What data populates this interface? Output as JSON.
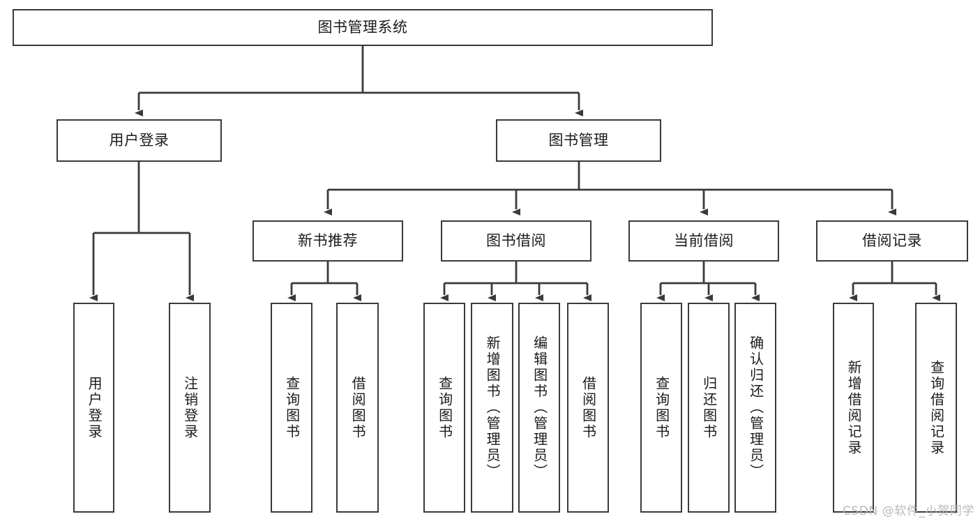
{
  "diagram": {
    "type": "tree",
    "title": "图书管理系统",
    "orientation": "top-down",
    "colors": {
      "box_border": "#3a3a3a",
      "box_fill": "#ffffff",
      "edge": "#3a3a3a",
      "text": "#1b1b1b",
      "watermark": "#b9b9b9"
    },
    "nodes": {
      "root": {
        "label": "图书管理系统",
        "level": 1,
        "orientation": "horizontal"
      },
      "l2": [
        {
          "id": "user-login",
          "label": "用户登录",
          "level": 2,
          "orientation": "horizontal"
        },
        {
          "id": "book-manage",
          "label": "图书管理",
          "level": 2,
          "orientation": "horizontal"
        }
      ],
      "l3": [
        {
          "id": "new-book-recommend",
          "label": "新书推荐",
          "level": 3,
          "orientation": "horizontal"
        },
        {
          "id": "book-borrow",
          "label": "图书借阅",
          "level": 3,
          "orientation": "horizontal"
        },
        {
          "id": "current-borrow",
          "label": "当前借阅",
          "level": 3,
          "orientation": "horizontal"
        },
        {
          "id": "borrow-record",
          "label": "借阅记录",
          "level": 3,
          "orientation": "horizontal"
        }
      ],
      "leaves": [
        {
          "id": "leaf-user-login",
          "label": "用户登录",
          "parent": "user-login",
          "orientation": "vertical"
        },
        {
          "id": "leaf-user-logout",
          "label": "注销登录",
          "parent": "user-login",
          "orientation": "vertical"
        },
        {
          "id": "leaf-query-book-1",
          "label": "查询图书",
          "parent": "new-book-recommend",
          "orientation": "vertical"
        },
        {
          "id": "leaf-borrow-book-1",
          "label": "借阅图书",
          "parent": "new-book-recommend",
          "orientation": "vertical"
        },
        {
          "id": "leaf-query-book-2",
          "label": "查询图书",
          "parent": "book-borrow",
          "orientation": "vertical"
        },
        {
          "id": "leaf-add-book",
          "label": "新增图书（管理员）",
          "parent": "book-borrow",
          "orientation": "vertical"
        },
        {
          "id": "leaf-edit-book",
          "label": "编辑图书（管理员）",
          "parent": "book-borrow",
          "orientation": "vertical"
        },
        {
          "id": "leaf-borrow-book-2",
          "label": "借阅图书",
          "parent": "book-borrow",
          "orientation": "vertical"
        },
        {
          "id": "leaf-query-book-3",
          "label": "查询图书",
          "parent": "current-borrow",
          "orientation": "vertical"
        },
        {
          "id": "leaf-return-book",
          "label": "归还图书",
          "parent": "current-borrow",
          "orientation": "vertical"
        },
        {
          "id": "leaf-confirm-return",
          "label": "确认归还（管理员）",
          "parent": "current-borrow",
          "orientation": "vertical"
        },
        {
          "id": "leaf-add-record",
          "label": "新增借阅记录",
          "parent": "borrow-record",
          "orientation": "vertical"
        },
        {
          "id": "leaf-query-record",
          "label": "查询借阅记录",
          "parent": "borrow-record",
          "orientation": "vertical"
        }
      ]
    },
    "watermark": "CSDN @软件_小贺同学"
  }
}
